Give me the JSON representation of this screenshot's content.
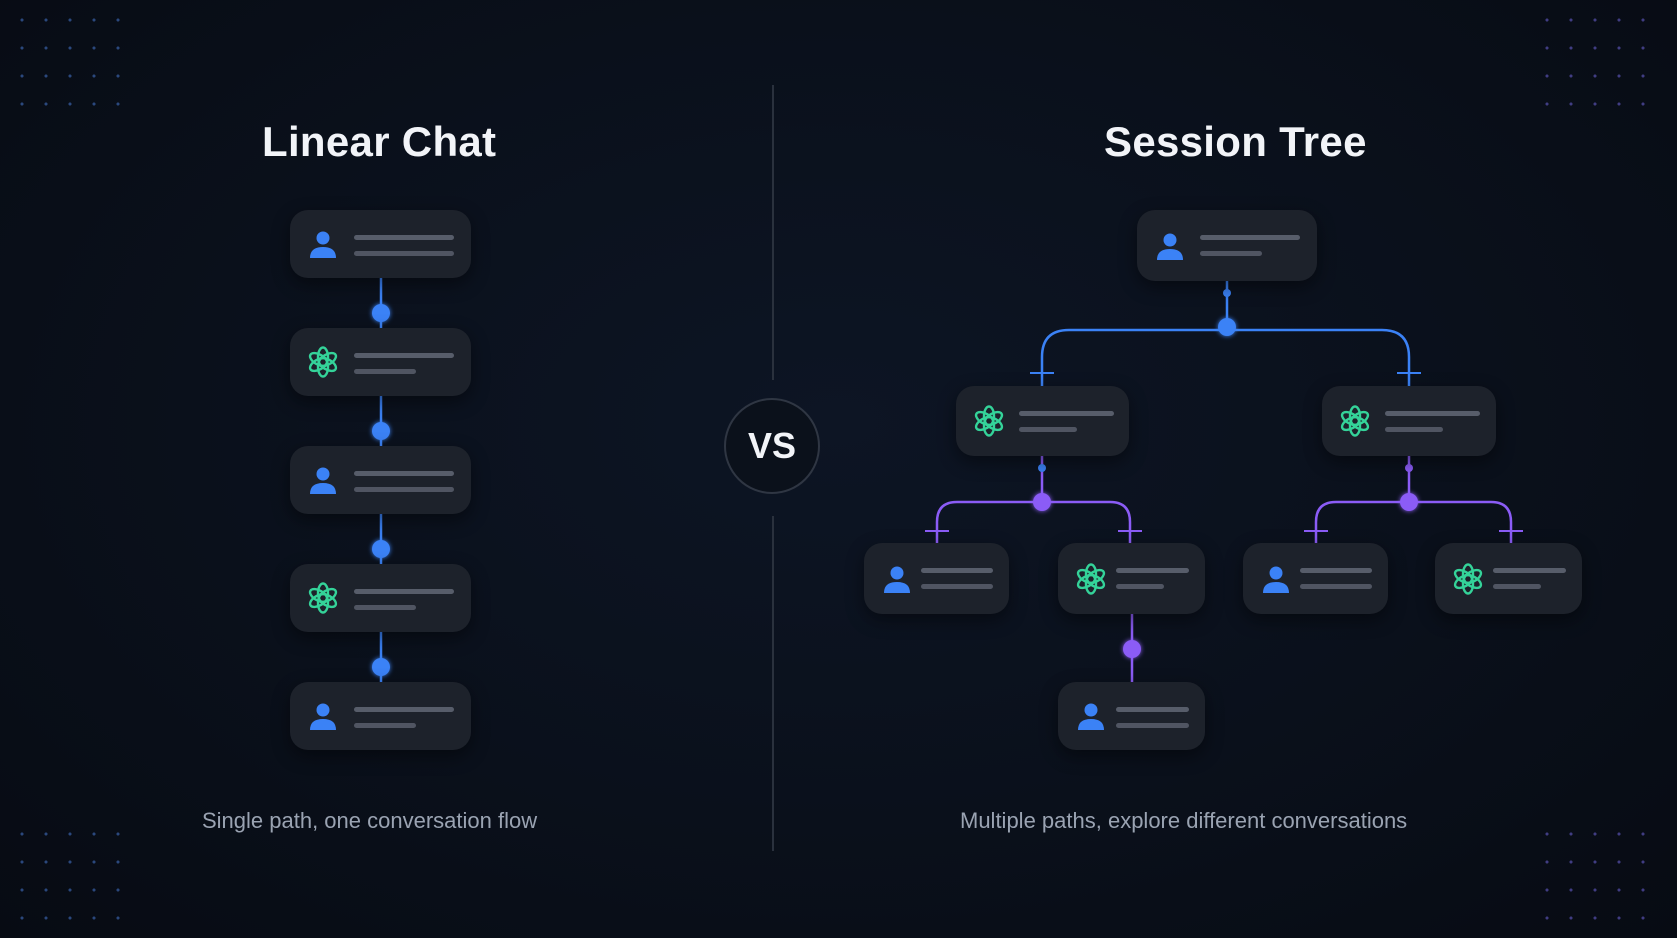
{
  "left": {
    "title": "Linear Chat",
    "caption": "Single path, one conversation flow"
  },
  "vs_label": "VS",
  "right": {
    "title": "Session Tree",
    "caption": "Multiple paths, explore different conversations"
  },
  "icons": {
    "user": "user-icon",
    "assistant": "openai-logo-icon"
  },
  "colors": {
    "background": "#0a101b",
    "node": "#1d222b",
    "user_icon": "#3b82f6",
    "assistant_icon": "#34d399",
    "blue_connector": "#3b82f6",
    "violet_connector": "#8b5cf6"
  }
}
